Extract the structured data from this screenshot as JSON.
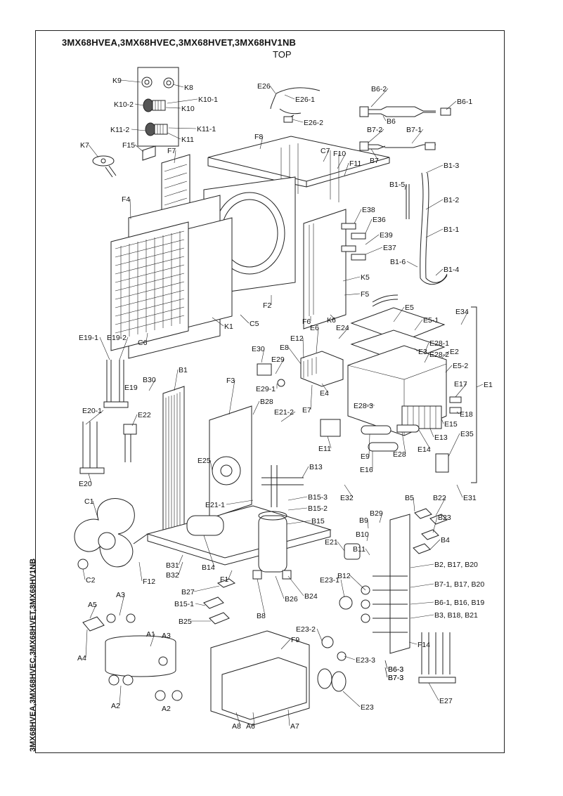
{
  "title": "3MX68HVEA,3MX68HVEC,3MX68HVET,3MX68HV1NB",
  "top_label": "TOP",
  "side_title": "3MX68HVEA,3MX68HVEC,3MX68HVET,3MX68HV1NB",
  "labels": [
    "K9",
    "K8",
    "K10-2",
    "K10-1",
    "K10",
    "K11-2",
    "K11-1",
    "K11",
    "K7",
    "F15",
    "F7",
    "E26",
    "E26-1",
    "E26-2",
    "B6-2",
    "B6-3",
    "B6-1",
    "B6",
    "B7-2",
    "B7-1",
    "B7",
    "B7-3",
    "F8",
    "C7",
    "F10",
    "F11",
    "B1-3",
    "B1-5",
    "B1-2",
    "B1-1",
    "B1-6",
    "B1-4",
    "F4",
    "E38",
    "E36",
    "E39",
    "E37",
    "K5",
    "F5",
    "F2",
    "C5",
    "K1",
    "C6",
    "F6",
    "K6",
    "E5",
    "E5-1",
    "E34",
    "E24",
    "E6",
    "E12",
    "E8",
    "E30",
    "E29",
    "E29-1",
    "E3",
    "E28-1",
    "E2",
    "E28-2",
    "E5-2",
    "E17",
    "E1",
    "E18",
    "E15",
    "E13",
    "E14",
    "E28-3",
    "E19-1",
    "E19-2",
    "E19",
    "B30",
    "B1",
    "F3",
    "B28",
    "E21-2",
    "E4",
    "E7",
    "E11",
    "E9",
    "E16",
    "E28",
    "E35",
    "E31",
    "E22",
    "E20-1",
    "E20",
    "E25",
    "B13",
    "E32",
    "C1",
    "E21-1",
    "B15-3",
    "B15-2",
    "B15",
    "B5",
    "B22",
    "B29",
    "B9",
    "B23",
    "B4",
    "E21",
    "B10",
    "B11",
    "C2",
    "F12",
    "B31",
    "B32",
    "F1",
    "B14",
    "B27",
    "B15-1",
    "B26",
    "B24",
    "B8",
    "B25",
    "B2, B17, B20",
    "E23-1",
    "B12",
    "B7-1, B17, B20",
    "B6-1, B16, B19",
    "B3, B18, B21",
    "A5",
    "A3",
    "A1",
    "A4",
    "A2",
    "F9",
    "E23-2",
    "F14",
    "B6-3",
    "B7-3",
    "E23-3",
    "E23",
    "E27",
    "A8",
    "A6",
    "A7"
  ]
}
